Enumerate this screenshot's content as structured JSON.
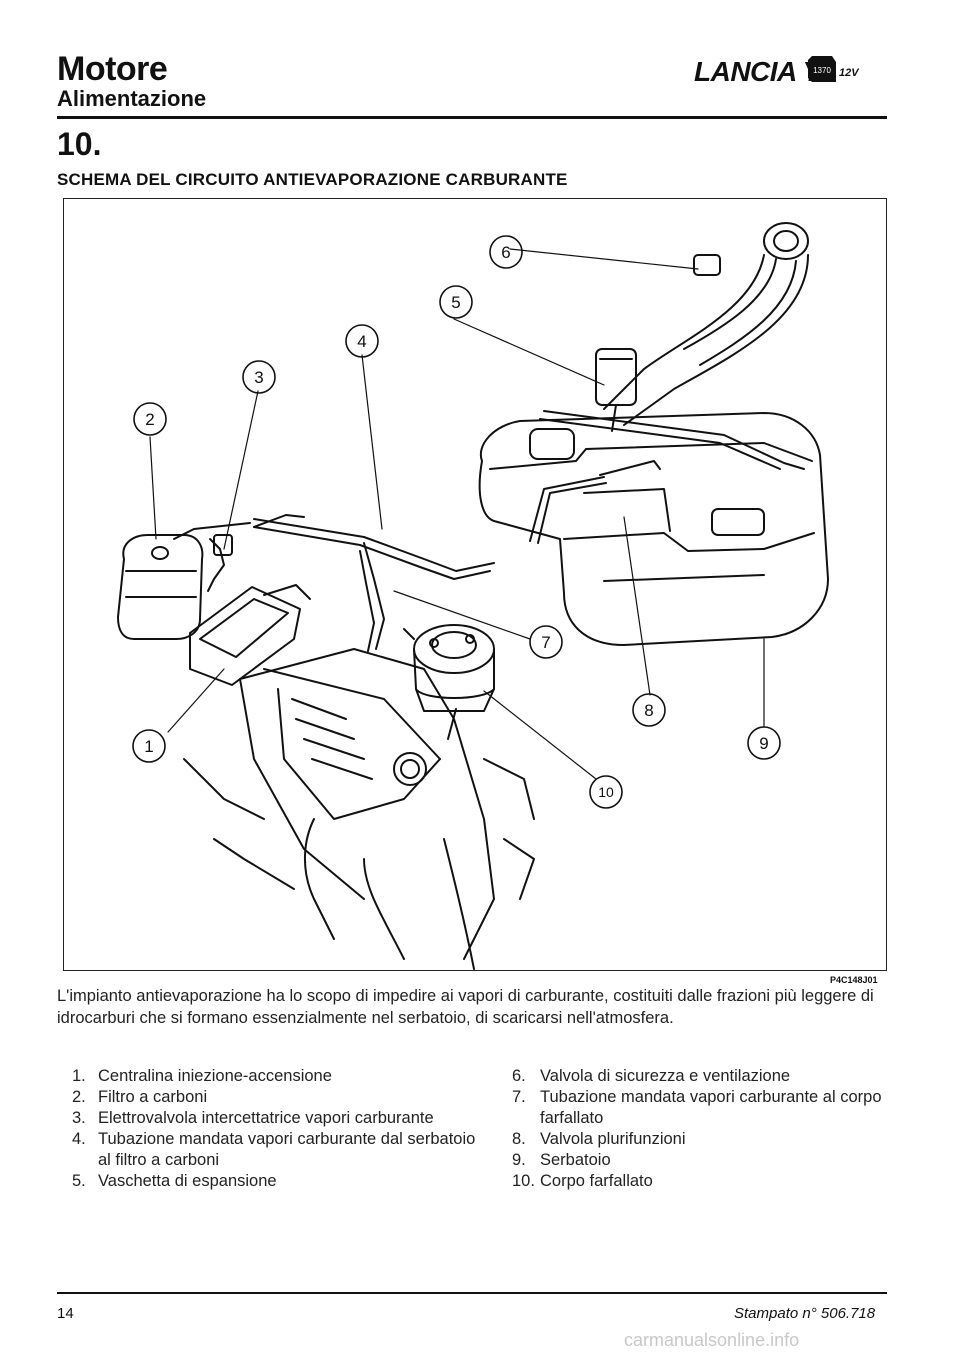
{
  "header": {
    "title": "Motore",
    "subtitle": "Alimentazione",
    "brand": "LANCIA Y",
    "logo_badge": "1370",
    "logo_suffix": "12V"
  },
  "section": {
    "number": "10.",
    "title": "SCHEMA DEL CIRCUITO ANTIEVAPORAZIONE CARBURANTE"
  },
  "figure": {
    "code": "P4C148J01",
    "callouts": [
      "1",
      "2",
      "3",
      "4",
      "5",
      "6",
      "7",
      "8",
      "9",
      "10"
    ]
  },
  "intro": "L'impianto antievaporazione ha lo scopo di impedire ai vapori di carburante, costituiti dalle frazioni più leggere di idrocarburi che si formano essenzialmente nel serbatoio, di scaricarsi nell'atmosfera.",
  "legend_left": [
    {
      "num": "1.",
      "text": "Centralina iniezione-accensione"
    },
    {
      "num": "2.",
      "text": "Filtro a carboni"
    },
    {
      "num": "3.",
      "text": "Elettrovalvola intercettatrice vapori carburante"
    },
    {
      "num": "4.",
      "text": "Tubazione mandata vapori carburante dal serbatoio al filtro a carboni"
    },
    {
      "num": "5.",
      "text": "Vaschetta di espansione"
    }
  ],
  "legend_right": [
    {
      "num": "6.",
      "text": "Valvola di sicurezza e ventilazione"
    },
    {
      "num": "7.",
      "text": "Tubazione mandata vapori carburante al corpo farfallato"
    },
    {
      "num": "8.",
      "text": "Valvola plurifunzioni"
    },
    {
      "num": "9.",
      "text": "Serbatoio"
    },
    {
      "num": "10.",
      "text": "Corpo farfallato"
    }
  ],
  "footer": {
    "page_number": "14",
    "printed": "Stampato n° 506.718",
    "watermark": "carmanualsonline.info"
  }
}
